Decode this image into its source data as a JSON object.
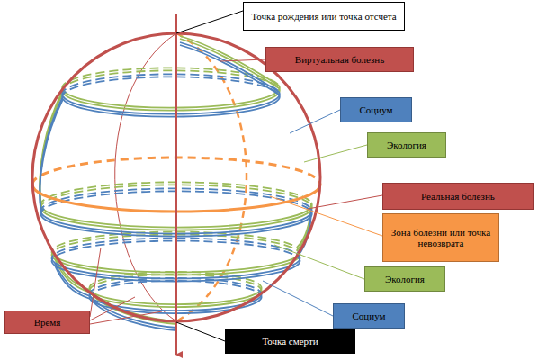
{
  "diagram": {
    "nodes": [
      {
        "text": [
          "Точка рождения или точка отсчета"
        ]
      },
      {
        "text": [
          "Виртуальная болезнь"
        ]
      },
      {
        "text": [
          "Социум"
        ]
      },
      {
        "text": [
          "Экология"
        ]
      },
      {
        "text": [
          "Реальная болезнь"
        ]
      },
      {
        "text": [
          "Зона болезни или точка невозврата"
        ]
      },
      {
        "text": [
          "Экология"
        ]
      },
      {
        "text": [
          "Социум"
        ]
      },
      {
        "text": [
          "Время"
        ]
      },
      {
        "text": [
          "Точка смерти"
        ]
      }
    ]
  }
}
